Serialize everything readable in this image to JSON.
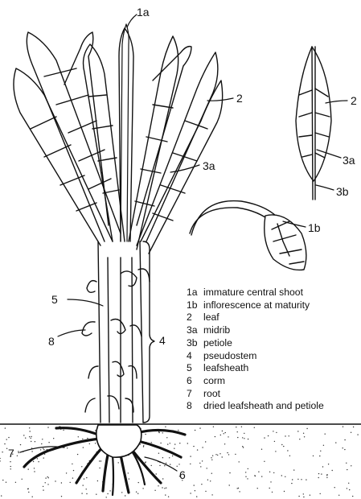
{
  "callouts": {
    "c1a": "1a",
    "c2_plant": "2",
    "c3a_plant": "3a",
    "c5": "5",
    "c8": "8",
    "c4": "4",
    "c7": "7",
    "c6": "6",
    "c2_leaf": "2",
    "c3a_leaf": "3a",
    "c3b_leaf": "3b",
    "c1b": "1b"
  },
  "legend": [
    {
      "key": "1a",
      "text": "immature central shoot"
    },
    {
      "key": "1b",
      "text": "inflorescence at maturity"
    },
    {
      "key": "2",
      "text": "leaf"
    },
    {
      "key": "3a",
      "text": "midrib"
    },
    {
      "key": "3b",
      "text": "petiole"
    },
    {
      "key": "4",
      "text": "pseudostem"
    },
    {
      "key": "5",
      "text": "leafsheath"
    },
    {
      "key": "6",
      "text": "corm"
    },
    {
      "key": "7",
      "text": "root"
    },
    {
      "key": "8",
      "text": "dried leafsheath and petiole"
    }
  ]
}
